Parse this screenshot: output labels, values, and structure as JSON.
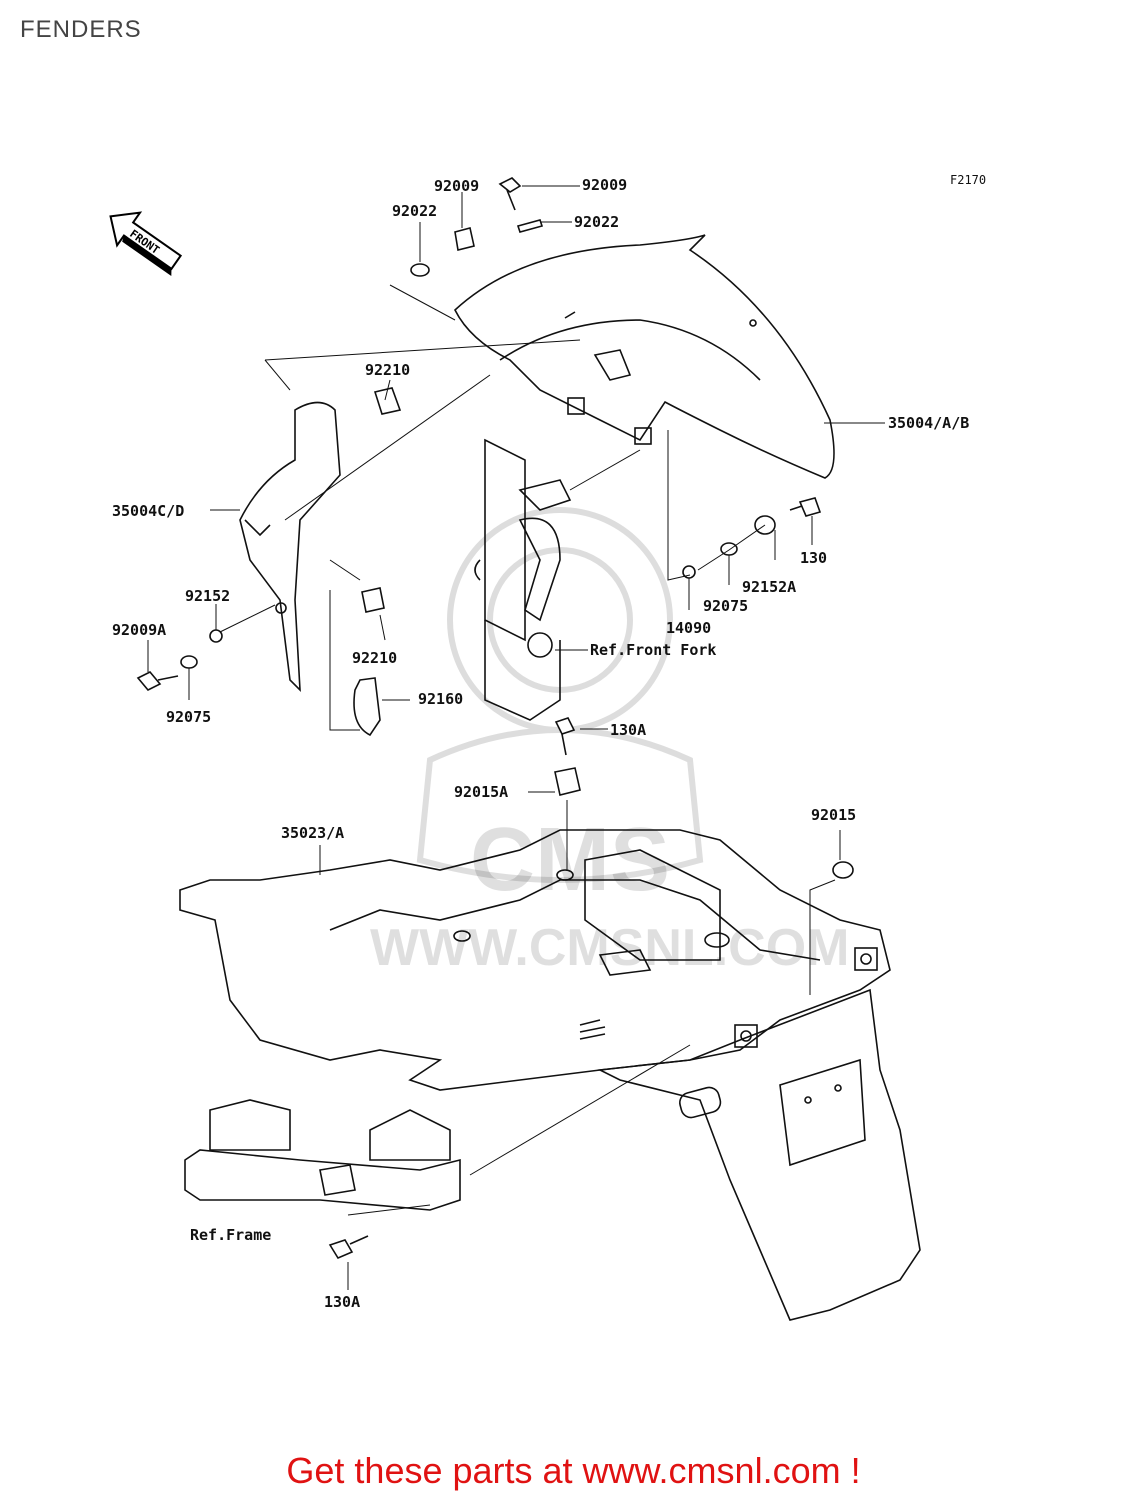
{
  "page": {
    "title": "FENDERS",
    "footer": "Get these parts at www.cmsnl.com !"
  },
  "diagram": {
    "figure_code": "F2170",
    "direction_arrow": "FRONT",
    "watermark": "WWW.CMSNL.COM",
    "watermark_logo": "CMS",
    "callouts": [
      {
        "id": "92009-top",
        "text": "92009"
      },
      {
        "id": "92009-right",
        "text": "92009"
      },
      {
        "id": "92022-left",
        "text": "92022"
      },
      {
        "id": "92022-right",
        "text": "92022"
      },
      {
        "id": "35004-ab",
        "text": "35004/A/B"
      },
      {
        "id": "92210-top",
        "text": "92210"
      },
      {
        "id": "35004-cd",
        "text": "35004C/D"
      },
      {
        "id": "130",
        "text": "130"
      },
      {
        "id": "92152a",
        "text": "92152A"
      },
      {
        "id": "92075-right",
        "text": "92075"
      },
      {
        "id": "14090",
        "text": "14090"
      },
      {
        "id": "ref-front-fork",
        "text": "Ref.Front Fork"
      },
      {
        "id": "92152",
        "text": "92152"
      },
      {
        "id": "92009a",
        "text": "92009A"
      },
      {
        "id": "92210-bottom",
        "text": "92210"
      },
      {
        "id": "92075-left",
        "text": "92075"
      },
      {
        "id": "92160",
        "text": "92160"
      },
      {
        "id": "130a-top",
        "text": "130A"
      },
      {
        "id": "92015a",
        "text": "92015A"
      },
      {
        "id": "35023-a",
        "text": "35023/A"
      },
      {
        "id": "92015",
        "text": "92015"
      },
      {
        "id": "ref-frame",
        "text": "Ref.Frame"
      },
      {
        "id": "130a-bottom",
        "text": "130A"
      }
    ]
  }
}
